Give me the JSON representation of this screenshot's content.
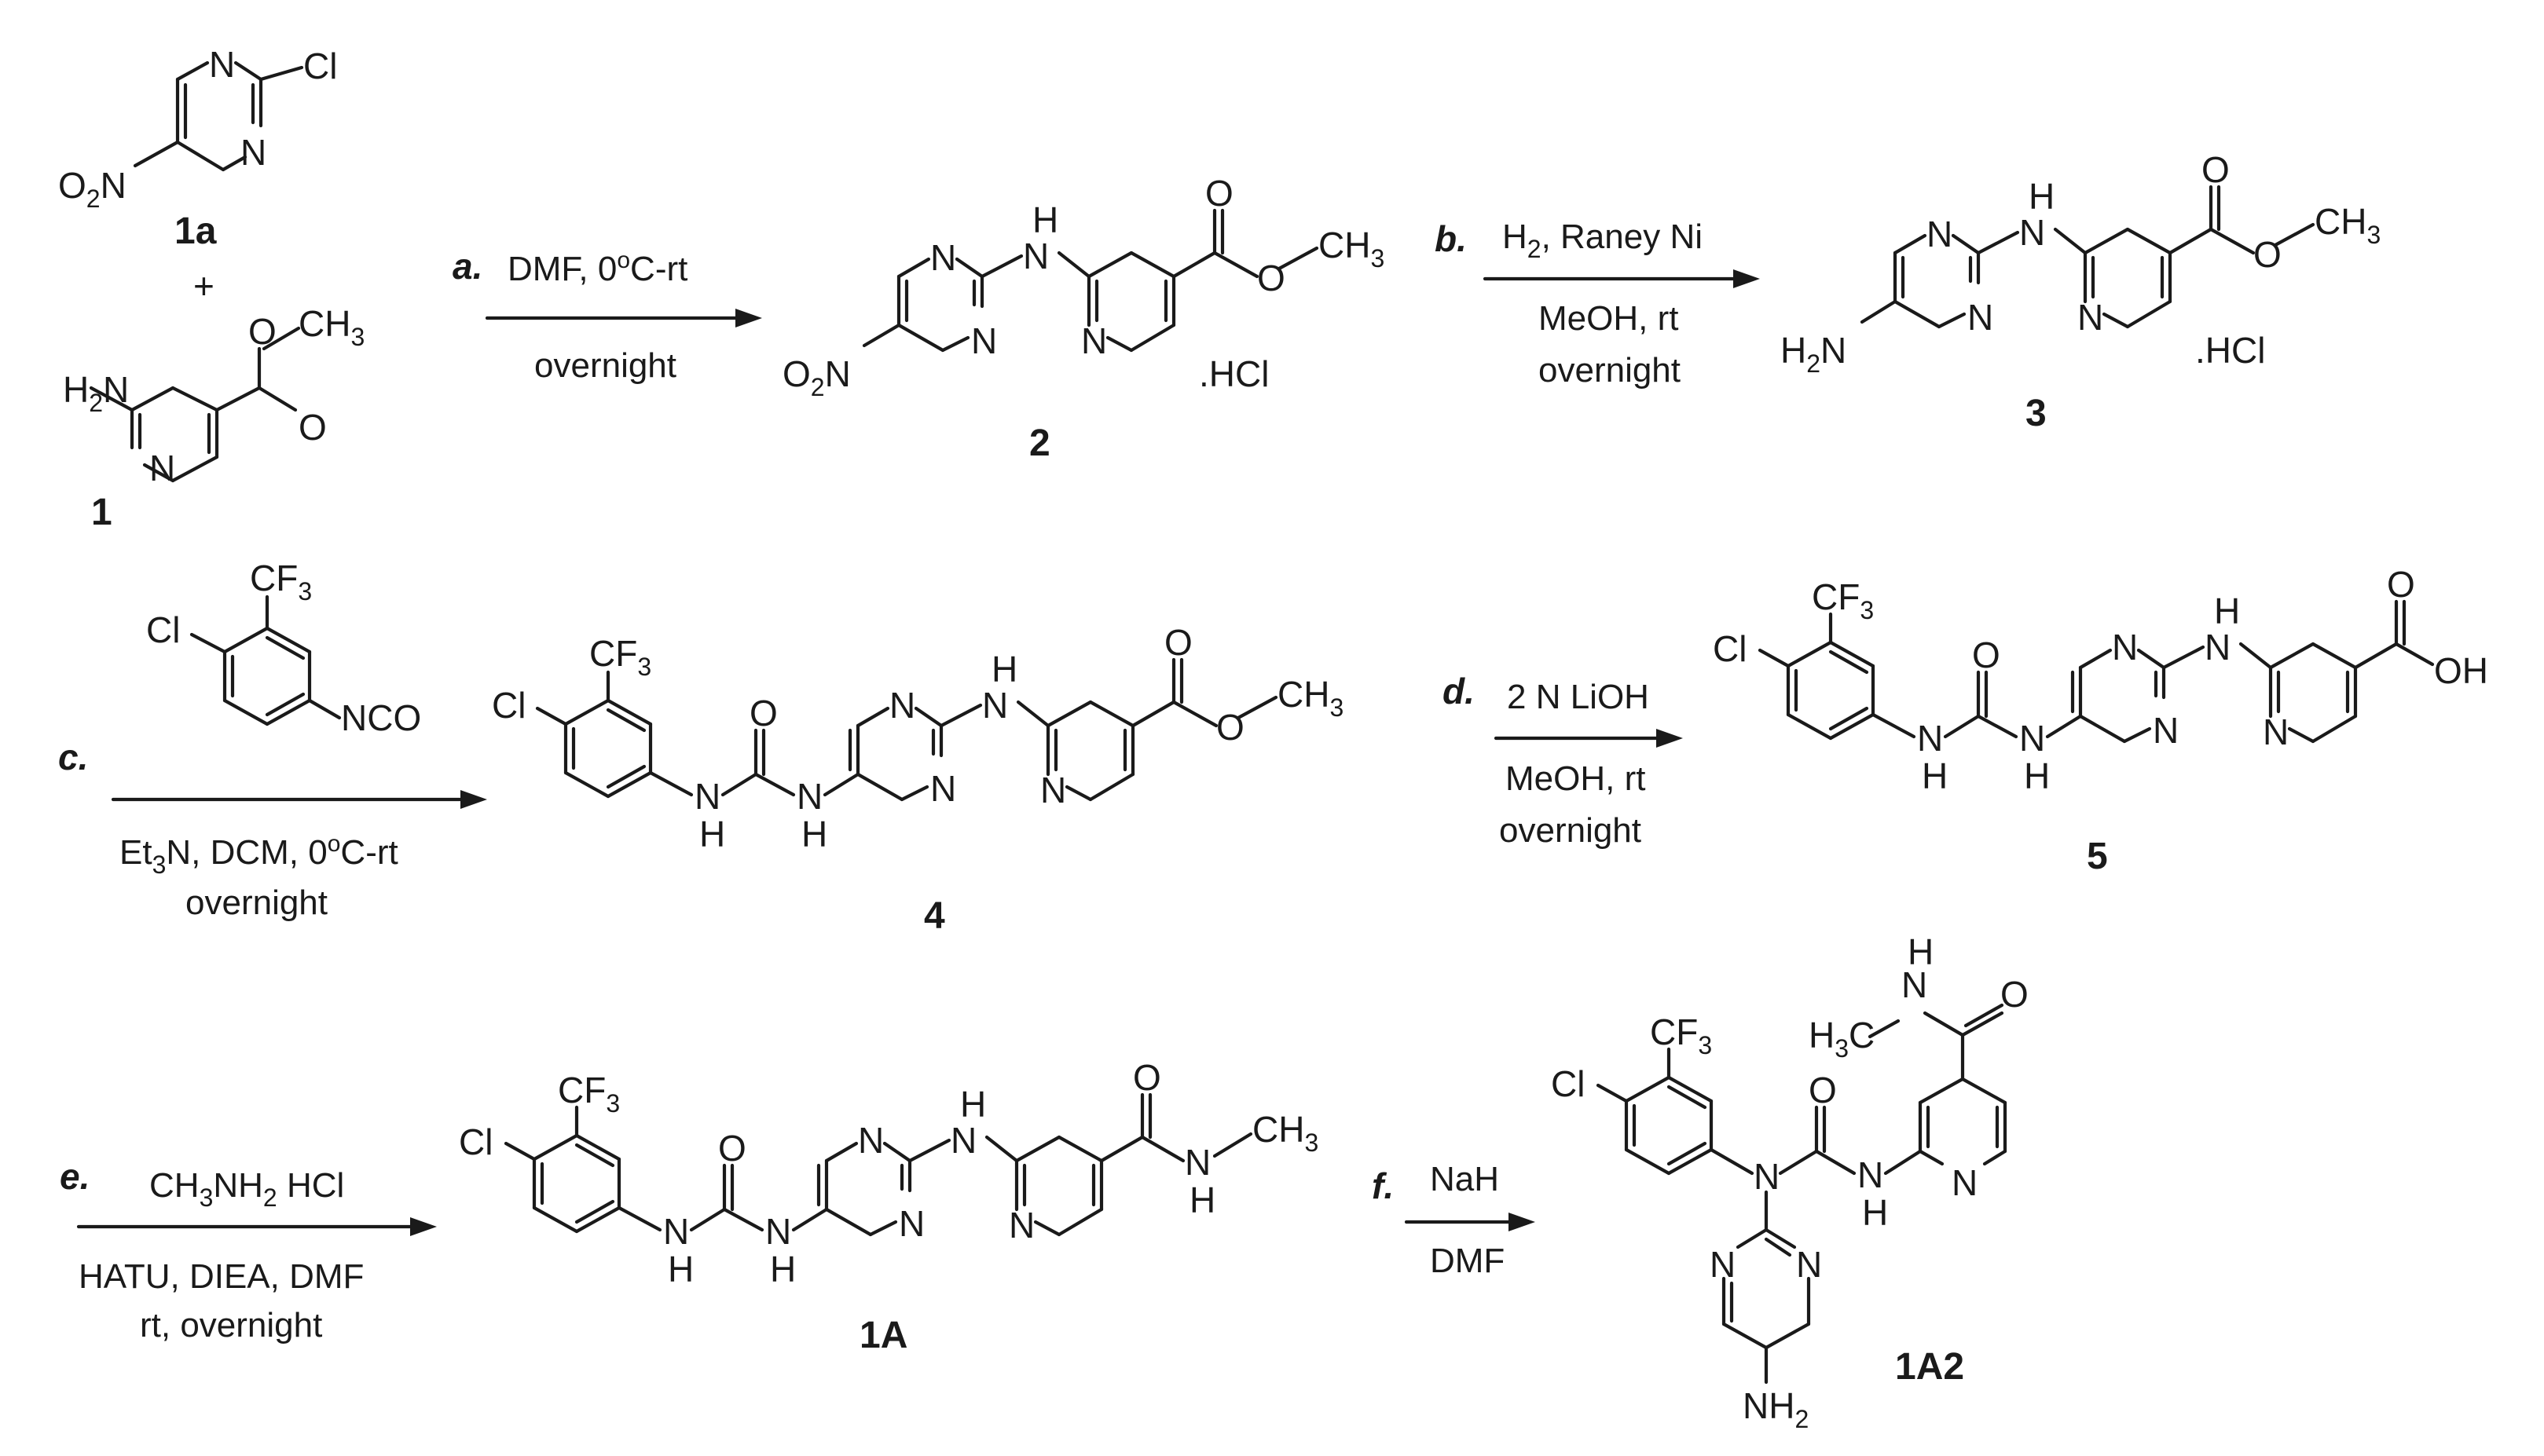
{
  "atoms": {
    "N": "N",
    "Cl": "Cl",
    "O": "O",
    "H": "H",
    "NH": "NH",
    "N_H": "N",
    "OH": "OH",
    "O2N": "O",
    "O2N_sub": "2",
    "O2N_tail": "N",
    "H2N": "H",
    "H2N_sub": "2",
    "H2N_tail": "N",
    "NH2": "NH",
    "NH2_sub": "2",
    "CH3": "CH",
    "CH3_sub": "3",
    "CF3": "CF",
    "CF3_sub": "3",
    "NCO": "NCO",
    "H3C": "H",
    "H3C_sub": "3",
    "H3C_tail": "C",
    "HCl": ".HCl",
    "plus": "+"
  },
  "compounds": {
    "c1a": "1a",
    "c1": "1",
    "c2": "2",
    "c3": "3",
    "c4": "4",
    "c5": "5",
    "c1A": "1A",
    "c1A2": "1A2"
  },
  "steps": {
    "a": {
      "label": "a.",
      "above": "DMF, 0",
      "above_sup": "o",
      "above_tail": "C-rt",
      "below": "overnight"
    },
    "b": {
      "label": "b.",
      "above_pre": "H",
      "above_sub": "2",
      "above_tail": ", Raney Ni",
      "below1": "MeOH, rt",
      "below2": "overnight"
    },
    "c": {
      "label": "c.",
      "below_pre": "Et",
      "below_sub": "3",
      "below_mid": "N, DCM, 0",
      "below_sup": "o",
      "below_tail": "C-rt",
      "below2": "overnight"
    },
    "d": {
      "label": "d.",
      "above": "2 N LiOH",
      "below1": "MeOH, rt",
      "below2": "overnight"
    },
    "e": {
      "label": "e.",
      "above_pre": "CH",
      "above_sub1": "3",
      "above_mid": "NH",
      "above_sub2": "2",
      "above_tail": " HCl",
      "below1": "HATU, DIEA, DMF",
      "below2": "rt, overnight"
    },
    "f": {
      "label": "f.",
      "above": "NaH",
      "below": "DMF"
    }
  }
}
